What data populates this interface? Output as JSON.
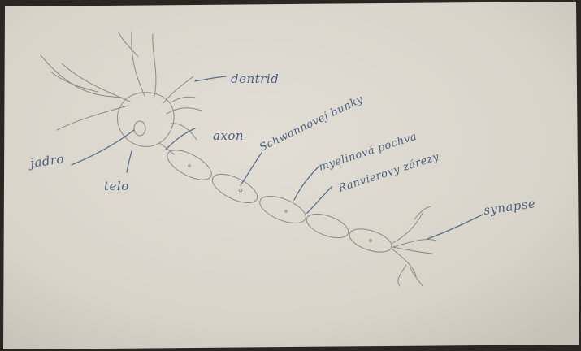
{
  "labels": {
    "dentrid": "dentrid",
    "axon": "axon",
    "jadro": "jadro",
    "telo": "telo",
    "schwann": "Schwannovej bunky",
    "myelin": "myelinová pochva",
    "ranvier": "Ranvierovy zárezy",
    "synapse": "synapse"
  },
  "colors": {
    "paper": "#dcd8cf",
    "ink": "#4a5f7e",
    "pencil": "#8c8a84"
  }
}
